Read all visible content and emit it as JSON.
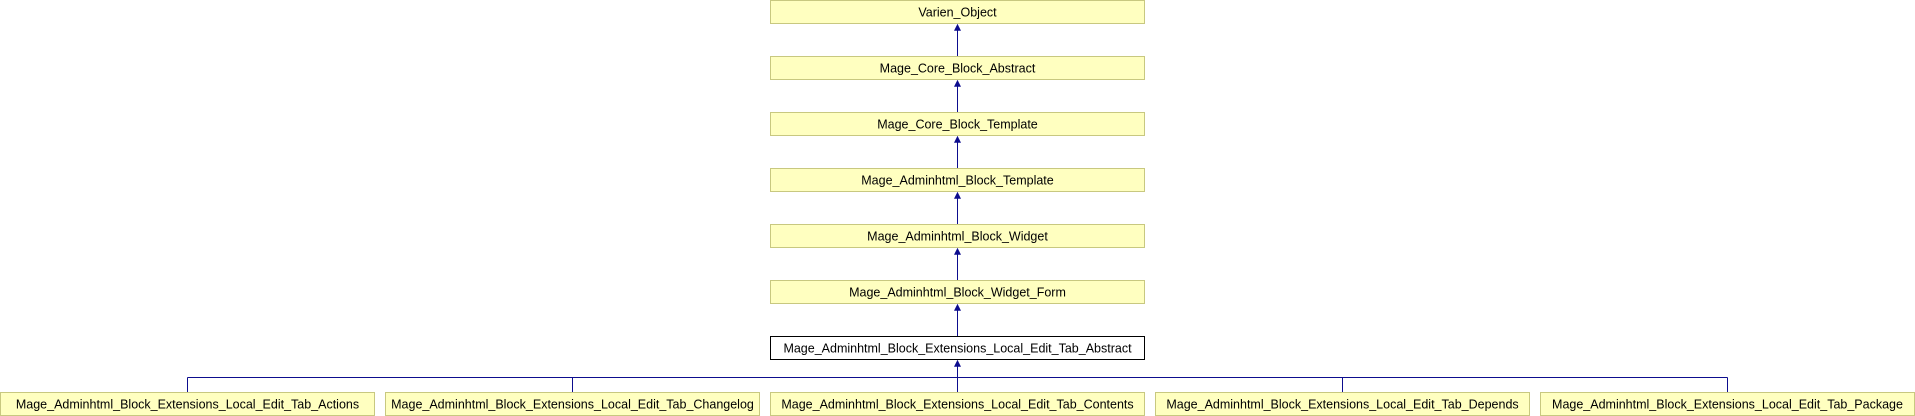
{
  "diagram": {
    "colors": {
      "node_fill": "#ffffc0",
      "node_stroke": "#c8c880",
      "focus_fill": "#ffffff",
      "focus_stroke": "#000000",
      "edge": "#0d0d8e"
    },
    "chain": [
      {
        "label": "Varien_Object"
      },
      {
        "label": "Mage_Core_Block_Abstract"
      },
      {
        "label": "Mage_Core_Block_Template"
      },
      {
        "label": "Mage_Adminhtml_Block_Template"
      },
      {
        "label": "Mage_Adminhtml_Block_Widget"
      },
      {
        "label": "Mage_Adminhtml_Block_Widget_Form"
      }
    ],
    "focus": {
      "label": "Mage_Adminhtml_Block_Extensions_Local_Edit_Tab_Abstract"
    },
    "children": [
      {
        "label": "Mage_Adminhtml_Block_Extensions_Local_Edit_Tab_Actions"
      },
      {
        "label": "Mage_Adminhtml_Block_Extensions_Local_Edit_Tab_Changelog"
      },
      {
        "label": "Mage_Adminhtml_Block_Extensions_Local_Edit_Tab_Contents"
      },
      {
        "label": "Mage_Adminhtml_Block_Extensions_Local_Edit_Tab_Depends"
      },
      {
        "label": "Mage_Adminhtml_Block_Extensions_Local_Edit_Tab_Package"
      }
    ]
  }
}
